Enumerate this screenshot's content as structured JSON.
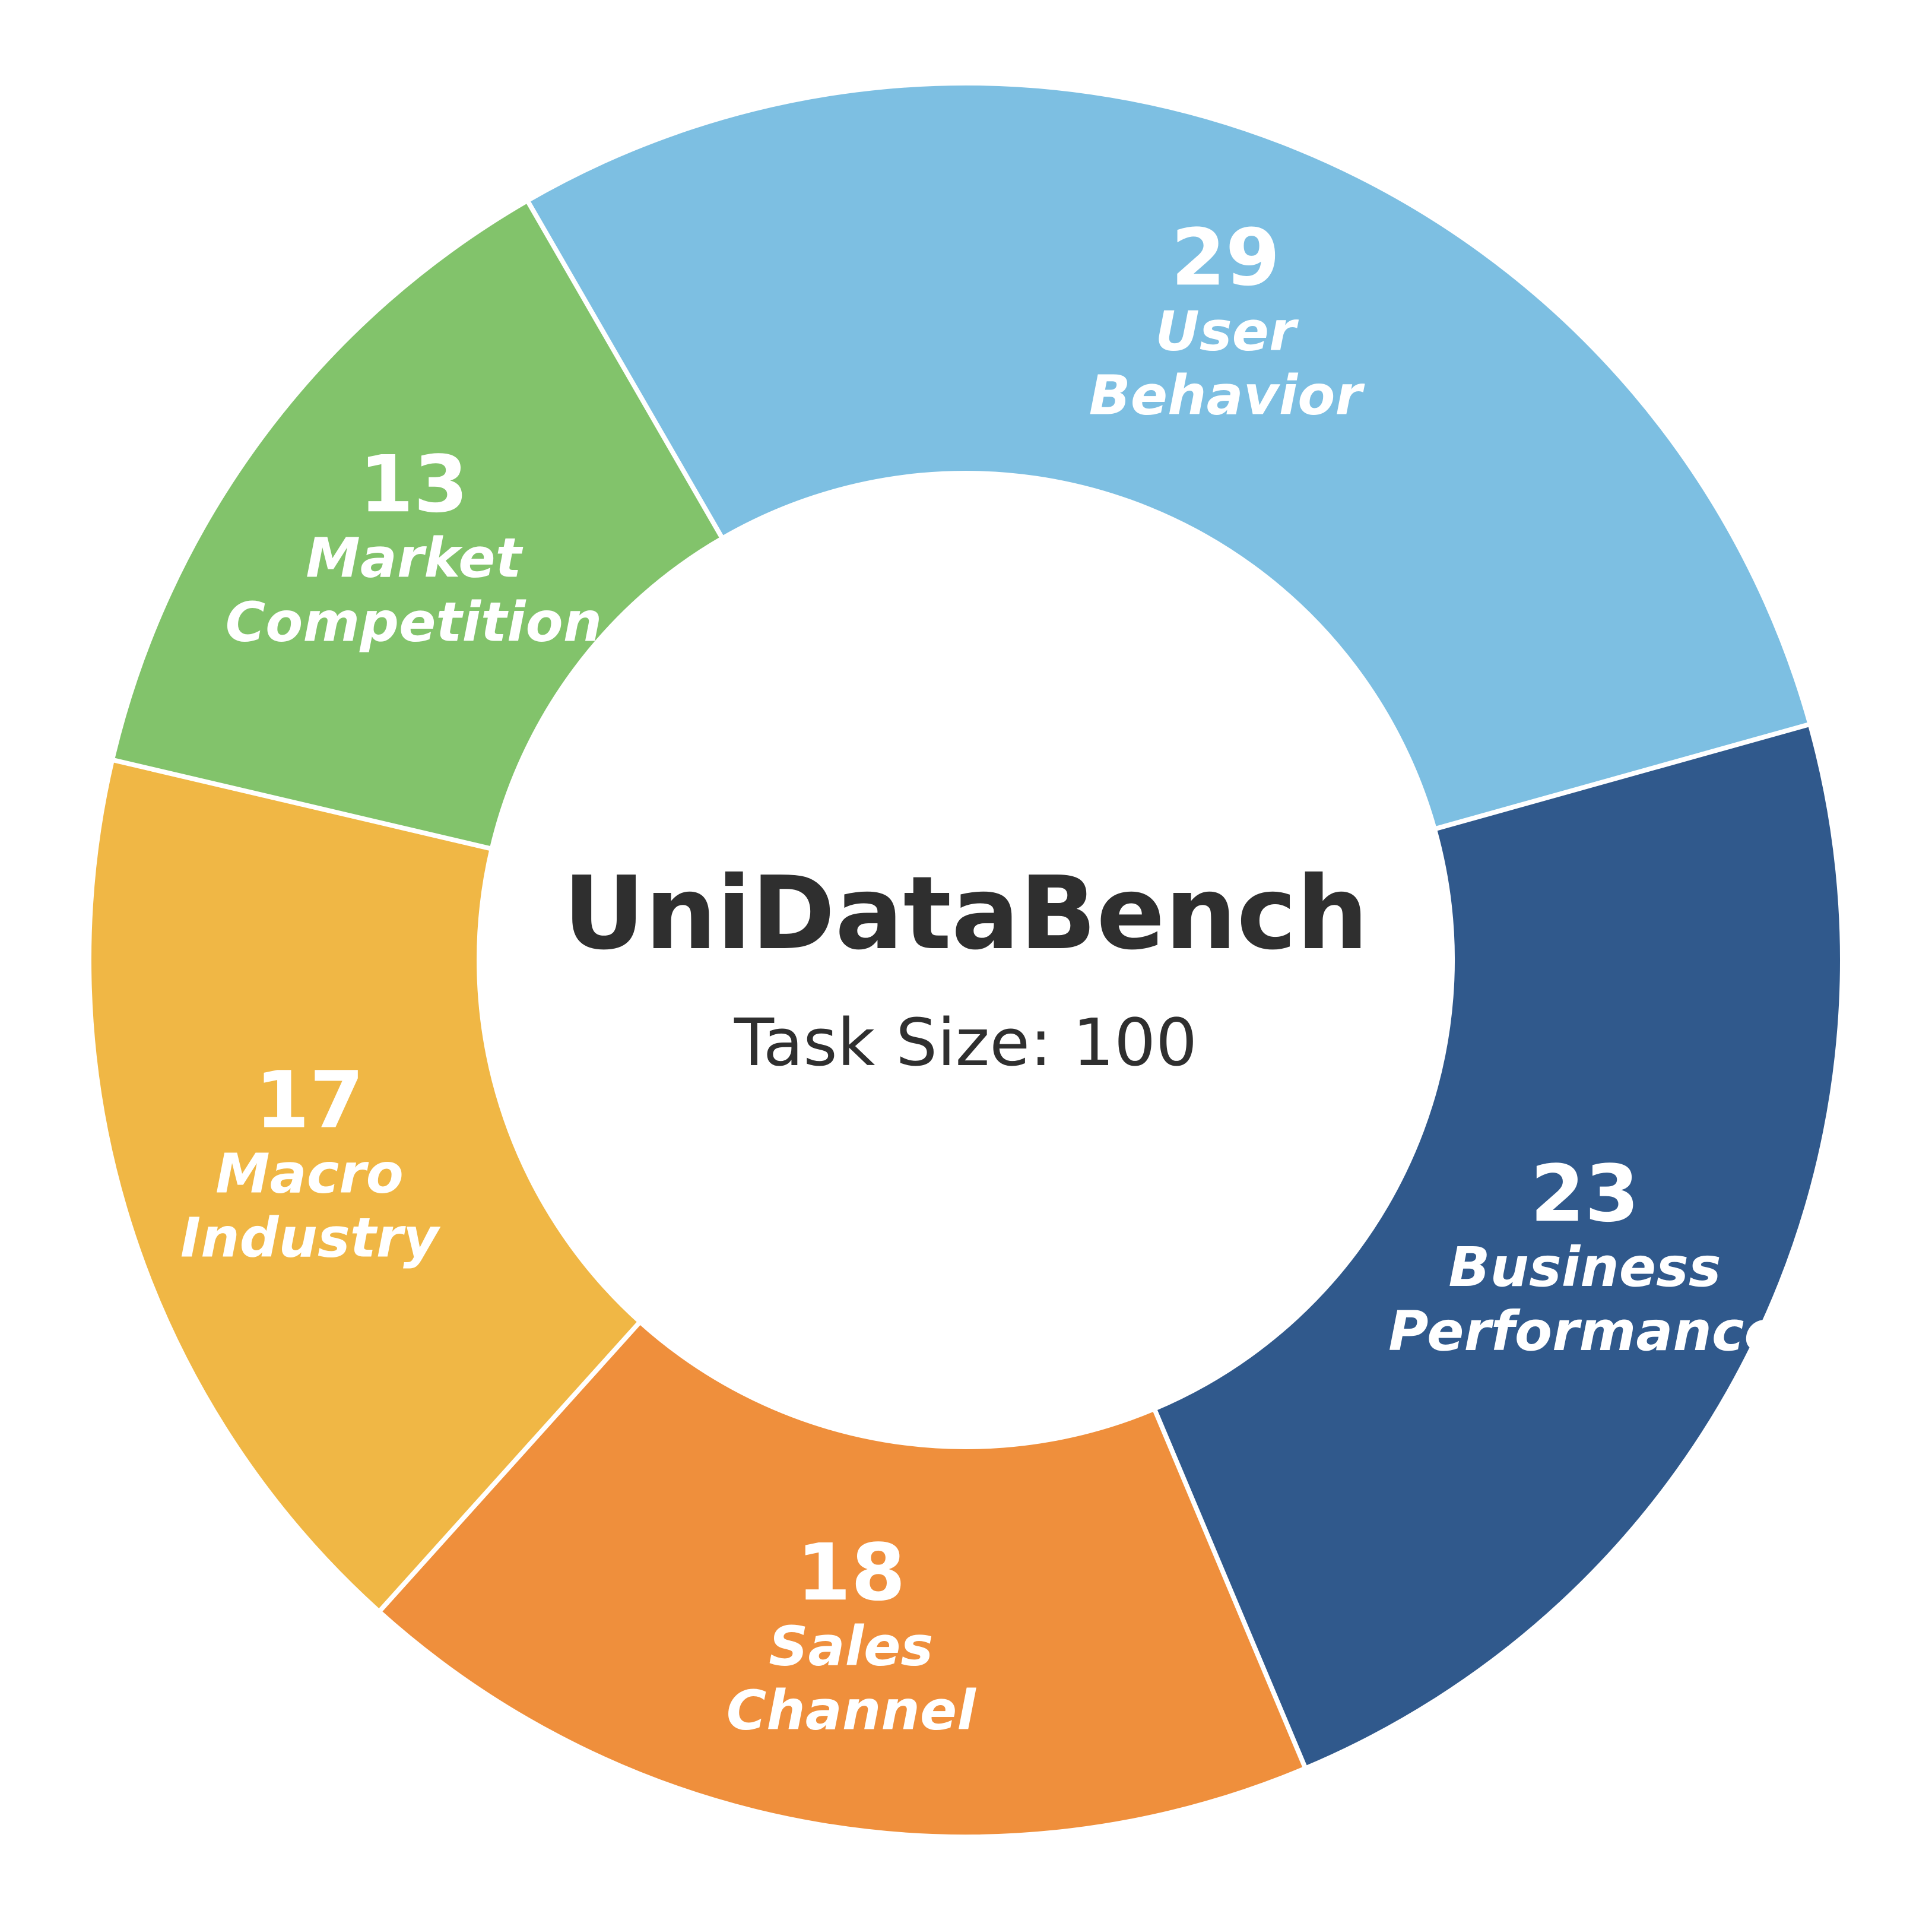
{
  "chart_data": {
    "type": "pie",
    "style": "donut",
    "center": {
      "title": "UniDataBench",
      "subtitle": "Task Size: 100"
    },
    "slices": [
      {
        "value": 29,
        "label": [
          "User",
          "Behavior"
        ],
        "color": "#7dbfe2"
      },
      {
        "value": 23,
        "label": [
          "Business",
          "Performance"
        ],
        "color": "#30598c"
      },
      {
        "value": 18,
        "label": [
          "Sales",
          "Channel"
        ],
        "color": "#ef8f3c"
      },
      {
        "value": 17,
        "label": [
          "Macro",
          "Industry"
        ],
        "color": "#f0b745"
      },
      {
        "value": 13,
        "label": [
          "Market",
          "Competition"
        ],
        "color": "#82c36b"
      }
    ],
    "total": 100,
    "start_angle_deg": 120,
    "direction": "clockwise"
  }
}
